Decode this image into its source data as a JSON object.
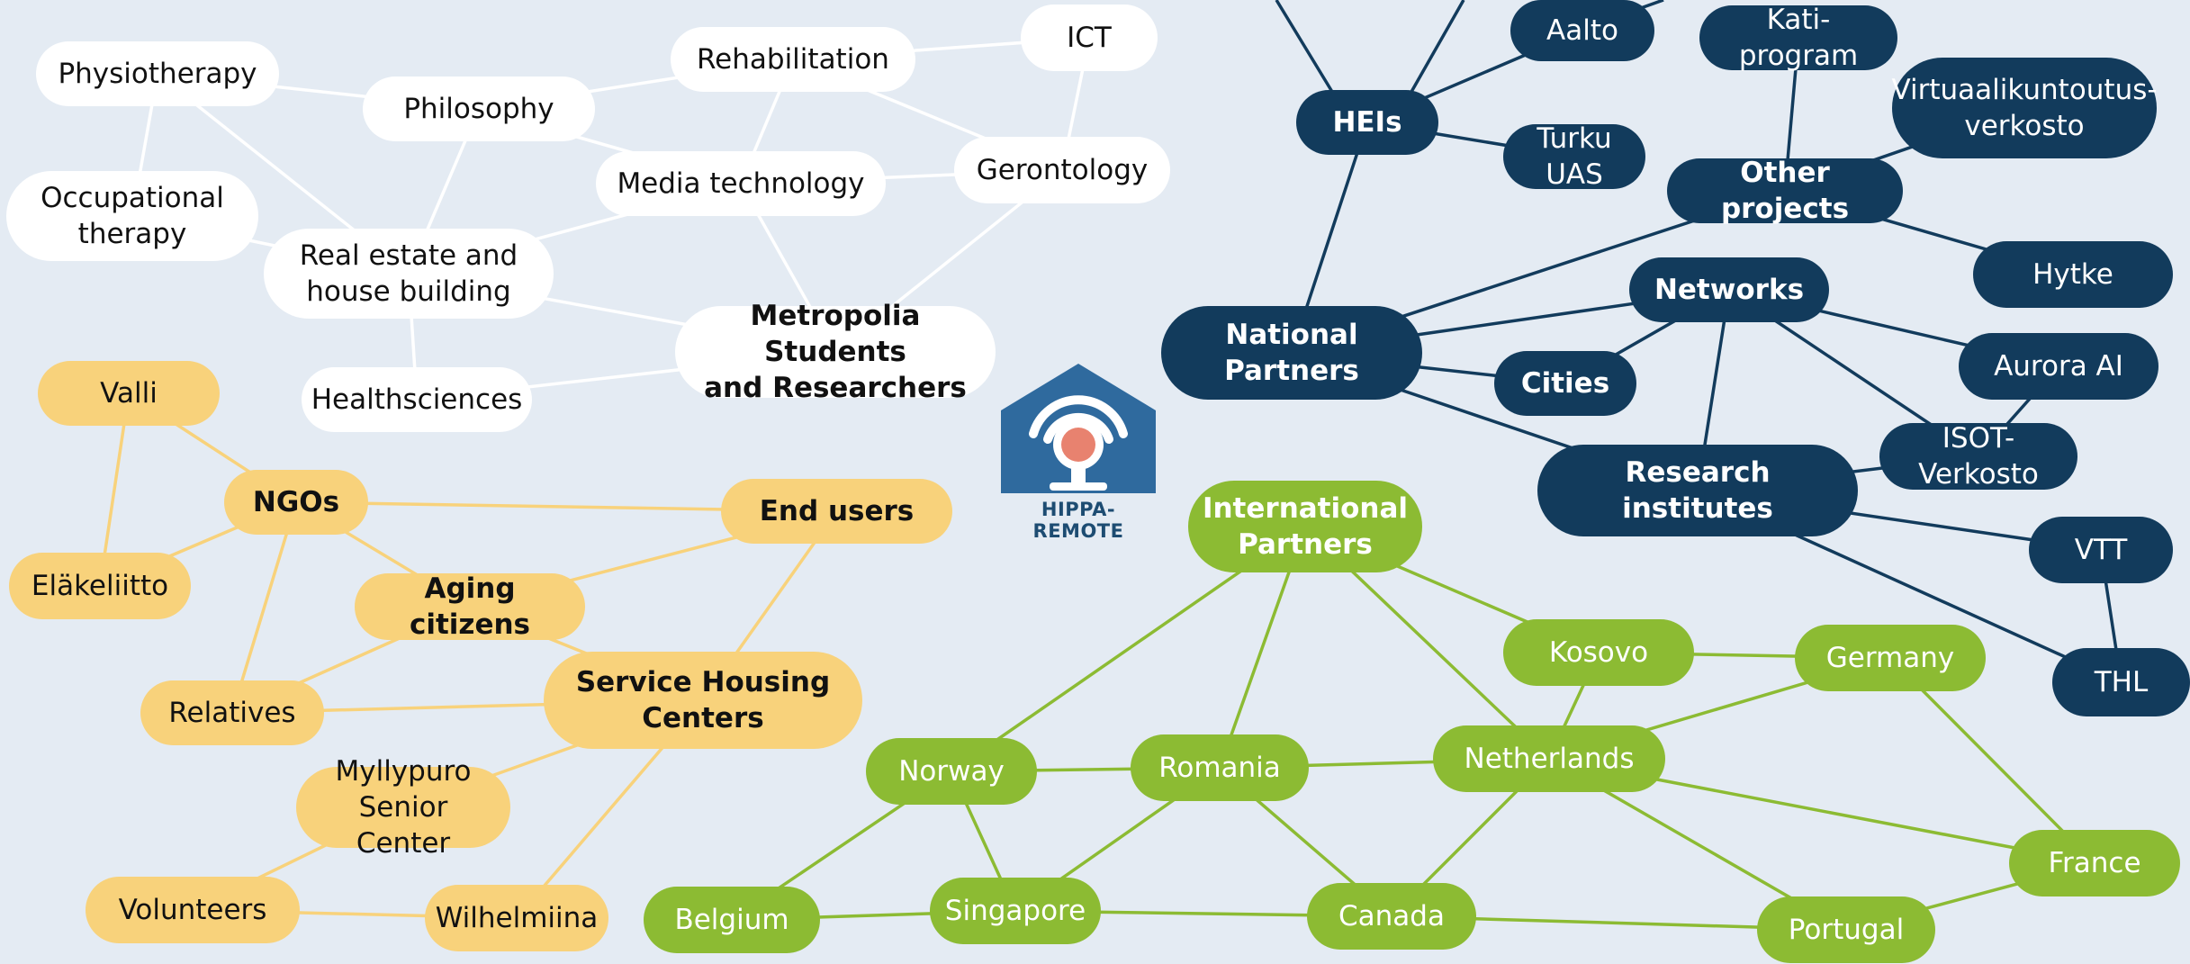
{
  "logo": {
    "label": "HIPPA-REMOTE",
    "colors": {
      "house": "#2f6a9e",
      "dot": "#e8826f",
      "text": "#1d4c72"
    }
  },
  "colors": {
    "white": "#ffffff",
    "yellow": "#f8d27b",
    "navy": "#123b5c",
    "green": "#8cbb33",
    "edge_white": "#ffffff",
    "edge_yellow": "#f8d27b",
    "edge_navy": "#123b5c",
    "edge_green": "#8cbb33",
    "background": "#e4ebf3"
  },
  "nodes": [
    {
      "id": "physiotherapy",
      "label": "Physiotherapy",
      "group": "white",
      "bold": false
    },
    {
      "id": "philosophy",
      "label": "Philosophy",
      "group": "white",
      "bold": false
    },
    {
      "id": "rehabilitation",
      "label": "Rehabilitation",
      "group": "white",
      "bold": false
    },
    {
      "id": "ict",
      "label": "ICT",
      "group": "white",
      "bold": false
    },
    {
      "id": "occupational-therapy",
      "label": "Occupational\ntherapy",
      "group": "white",
      "bold": false
    },
    {
      "id": "media-technology",
      "label": "Media technology",
      "group": "white",
      "bold": false
    },
    {
      "id": "gerontology",
      "label": "Gerontology",
      "group": "white",
      "bold": false
    },
    {
      "id": "real-estate",
      "label": "Real estate and\nhouse building",
      "group": "white",
      "bold": false
    },
    {
      "id": "metropolia",
      "label": "Metropolia Students\nand Researchers",
      "group": "white",
      "bold": true
    },
    {
      "id": "healthsciences",
      "label": "Healthsciences",
      "group": "white",
      "bold": false
    },
    {
      "id": "valli",
      "label": "Valli",
      "group": "yellow",
      "bold": false
    },
    {
      "id": "ngos",
      "label": "NGOs",
      "group": "yellow",
      "bold": true
    },
    {
      "id": "end-users",
      "label": "End users",
      "group": "yellow",
      "bold": true
    },
    {
      "id": "elakeliitto",
      "label": "Eläkeliitto",
      "group": "yellow",
      "bold": false
    },
    {
      "id": "aging-citizens",
      "label": "Aging citizens",
      "group": "yellow",
      "bold": true
    },
    {
      "id": "relatives",
      "label": "Relatives",
      "group": "yellow",
      "bold": false
    },
    {
      "id": "service-housing",
      "label": "Service Housing\nCenters",
      "group": "yellow",
      "bold": true
    },
    {
      "id": "myllypuro",
      "label": "Myllypuro\nSenior Center",
      "group": "yellow",
      "bold": false
    },
    {
      "id": "volunteers",
      "label": "Volunteers",
      "group": "yellow",
      "bold": false
    },
    {
      "id": "wilhelmiina",
      "label": "Wilhelmiina",
      "group": "yellow",
      "bold": false
    },
    {
      "id": "aalto",
      "label": "Aalto",
      "group": "navy",
      "bold": false
    },
    {
      "id": "kati",
      "label": "Kati-program",
      "group": "navy",
      "bold": false
    },
    {
      "id": "virtuaali",
      "label": "Virtuaalikuntoutus-\nverkosto",
      "group": "navy",
      "bold": false
    },
    {
      "id": "heis",
      "label": "HEIs",
      "group": "navy",
      "bold": true
    },
    {
      "id": "turku",
      "label": "Turku UAS",
      "group": "navy",
      "bold": false
    },
    {
      "id": "other-projects",
      "label": "Other projects",
      "group": "navy",
      "bold": true
    },
    {
      "id": "hytke",
      "label": "Hytke",
      "group": "navy",
      "bold": false
    },
    {
      "id": "networks",
      "label": "Networks",
      "group": "navy",
      "bold": true
    },
    {
      "id": "national",
      "label": "National\nPartners",
      "group": "navy",
      "bold": true
    },
    {
      "id": "cities",
      "label": "Cities",
      "group": "navy",
      "bold": true
    },
    {
      "id": "aurora",
      "label": "Aurora AI",
      "group": "navy",
      "bold": false
    },
    {
      "id": "isot",
      "label": "ISOT-Verkosto",
      "group": "navy",
      "bold": false
    },
    {
      "id": "research",
      "label": "Research\ninstitutes",
      "group": "navy",
      "bold": true
    },
    {
      "id": "vtt",
      "label": "VTT",
      "group": "navy",
      "bold": false
    },
    {
      "id": "thl",
      "label": "THL",
      "group": "navy",
      "bold": false
    },
    {
      "id": "international",
      "label": "International\nPartners",
      "group": "green",
      "bold": true
    },
    {
      "id": "kosovo",
      "label": "Kosovo",
      "group": "green",
      "bold": false
    },
    {
      "id": "germany",
      "label": "Germany",
      "group": "green",
      "bold": false
    },
    {
      "id": "norway",
      "label": "Norway",
      "group": "green",
      "bold": false
    },
    {
      "id": "romania",
      "label": "Romania",
      "group": "green",
      "bold": false
    },
    {
      "id": "netherlands",
      "label": "Netherlands",
      "group": "green",
      "bold": false
    },
    {
      "id": "france",
      "label": "France",
      "group": "green",
      "bold": false
    },
    {
      "id": "belgium",
      "label": "Belgium",
      "group": "green",
      "bold": false
    },
    {
      "id": "singapore",
      "label": "Singapore",
      "group": "green",
      "bold": false
    },
    {
      "id": "canada",
      "label": "Canada",
      "group": "green",
      "bold": false
    },
    {
      "id": "portugal",
      "label": "Portugal",
      "group": "green",
      "bold": false
    }
  ],
  "edges": [
    {
      "from": "physiotherapy",
      "to": "philosophy",
      "group": "white"
    },
    {
      "from": "physiotherapy",
      "to": "occupational-therapy",
      "group": "white"
    },
    {
      "from": "physiotherapy",
      "to": "real-estate",
      "group": "white"
    },
    {
      "from": "philosophy",
      "to": "rehabilitation",
      "group": "white"
    },
    {
      "from": "philosophy",
      "to": "media-technology",
      "group": "white"
    },
    {
      "from": "philosophy",
      "to": "real-estate",
      "group": "white"
    },
    {
      "from": "rehabilitation",
      "to": "ict",
      "group": "white"
    },
    {
      "from": "rehabilitation",
      "to": "media-technology",
      "group": "white"
    },
    {
      "from": "rehabilitation",
      "to": "gerontology",
      "group": "white"
    },
    {
      "from": "ict",
      "to": "gerontology",
      "group": "white"
    },
    {
      "from": "media-technology",
      "to": "gerontology",
      "group": "white"
    },
    {
      "from": "media-technology",
      "to": "real-estate",
      "group": "white"
    },
    {
      "from": "media-technology",
      "to": "metropolia",
      "group": "white"
    },
    {
      "from": "gerontology",
      "to": "metropolia",
      "group": "white"
    },
    {
      "from": "occupational-therapy",
      "to": "real-estate",
      "group": "white"
    },
    {
      "from": "real-estate",
      "to": "metropolia",
      "group": "white"
    },
    {
      "from": "real-estate",
      "to": "healthsciences",
      "group": "white"
    },
    {
      "from": "healthsciences",
      "to": "metropolia",
      "group": "white"
    },
    {
      "from": "valli",
      "to": "ngos",
      "group": "yellow"
    },
    {
      "from": "valli",
      "to": "elakeliitto",
      "group": "yellow"
    },
    {
      "from": "ngos",
      "to": "elakeliitto",
      "group": "yellow"
    },
    {
      "from": "ngos",
      "to": "end-users",
      "group": "yellow"
    },
    {
      "from": "ngos",
      "to": "aging-citizens",
      "group": "yellow"
    },
    {
      "from": "ngos",
      "to": "relatives",
      "group": "yellow"
    },
    {
      "from": "aging-citizens",
      "to": "end-users",
      "group": "yellow"
    },
    {
      "from": "aging-citizens",
      "to": "relatives",
      "group": "yellow"
    },
    {
      "from": "aging-citizens",
      "to": "service-housing",
      "group": "yellow"
    },
    {
      "from": "end-users",
      "to": "service-housing",
      "group": "yellow"
    },
    {
      "from": "relatives",
      "to": "service-housing",
      "group": "yellow"
    },
    {
      "from": "service-housing",
      "to": "myllypuro",
      "group": "yellow"
    },
    {
      "from": "service-housing",
      "to": "wilhelmiina",
      "group": "yellow"
    },
    {
      "from": "myllypuro",
      "to": "volunteers",
      "group": "yellow"
    },
    {
      "from": "volunteers",
      "to": "wilhelmiina",
      "group": "yellow"
    },
    {
      "from": "heis",
      "to": "aalto",
      "group": "navy"
    },
    {
      "from": "heis",
      "to": "turku",
      "group": "navy"
    },
    {
      "from": "heis",
      "to": "national",
      "group": "navy"
    },
    {
      "from": "national",
      "to": "other-projects",
      "group": "navy"
    },
    {
      "from": "national",
      "to": "networks",
      "group": "navy"
    },
    {
      "from": "national",
      "to": "cities",
      "group": "navy"
    },
    {
      "from": "national",
      "to": "research",
      "group": "navy"
    },
    {
      "from": "other-projects",
      "to": "kati",
      "group": "navy"
    },
    {
      "from": "other-projects",
      "to": "virtuaali",
      "group": "navy"
    },
    {
      "from": "other-projects",
      "to": "hytke",
      "group": "navy"
    },
    {
      "from": "networks",
      "to": "cities",
      "group": "navy"
    },
    {
      "from": "networks",
      "to": "aurora",
      "group": "navy"
    },
    {
      "from": "networks",
      "to": "isot",
      "group": "navy"
    },
    {
      "from": "networks",
      "to": "research",
      "group": "navy"
    },
    {
      "from": "aurora",
      "to": "isot",
      "group": "navy"
    },
    {
      "from": "research",
      "to": "isot",
      "group": "navy"
    },
    {
      "from": "research",
      "to": "vtt",
      "group": "navy"
    },
    {
      "from": "research",
      "to": "thl",
      "group": "navy"
    },
    {
      "from": "vtt",
      "to": "thl",
      "group": "navy"
    },
    {
      "from": "international",
      "to": "kosovo",
      "group": "green"
    },
    {
      "from": "international",
      "to": "norway",
      "group": "green"
    },
    {
      "from": "international",
      "to": "romania",
      "group": "green"
    },
    {
      "from": "international",
      "to": "netherlands",
      "group": "green"
    },
    {
      "from": "kosovo",
      "to": "germany",
      "group": "green"
    },
    {
      "from": "kosovo",
      "to": "netherlands",
      "group": "green"
    },
    {
      "from": "germany",
      "to": "netherlands",
      "group": "green"
    },
    {
      "from": "germany",
      "to": "france",
      "group": "green"
    },
    {
      "from": "norway",
      "to": "romania",
      "group": "green"
    },
    {
      "from": "norway",
      "to": "belgium",
      "group": "green"
    },
    {
      "from": "norway",
      "to": "singapore",
      "group": "green"
    },
    {
      "from": "romania",
      "to": "netherlands",
      "group": "green"
    },
    {
      "from": "romania",
      "to": "singapore",
      "group": "green"
    },
    {
      "from": "romania",
      "to": "canada",
      "group": "green"
    },
    {
      "from": "netherlands",
      "to": "canada",
      "group": "green"
    },
    {
      "from": "netherlands",
      "to": "france",
      "group": "green"
    },
    {
      "from": "netherlands",
      "to": "portugal",
      "group": "green"
    },
    {
      "from": "belgium",
      "to": "singapore",
      "group": "green"
    },
    {
      "from": "singapore",
      "to": "canada",
      "group": "green"
    },
    {
      "from": "canada",
      "to": "portugal",
      "group": "green"
    },
    {
      "from": "france",
      "to": "portugal",
      "group": "green"
    }
  ]
}
